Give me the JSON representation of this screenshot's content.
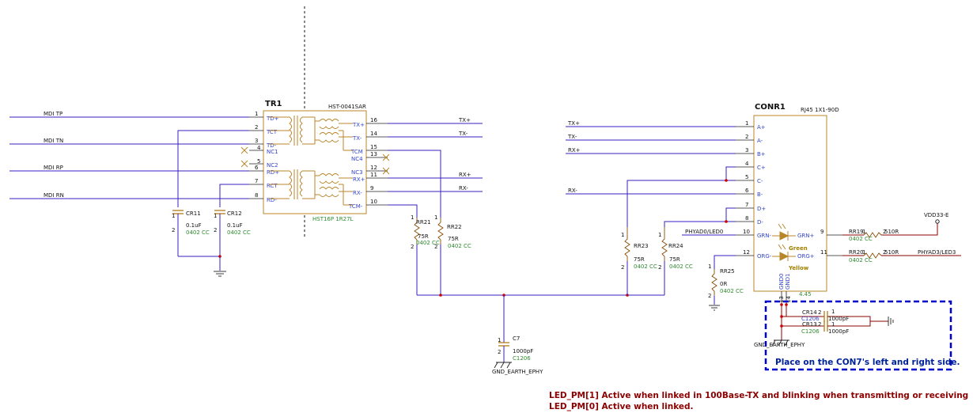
{
  "tr1": {
    "ref": "TR1",
    "part": "HST-0041SAR",
    "value": "HST16P  1R27L",
    "left_pins": [
      {
        "n": "1",
        "name": "TD+"
      },
      {
        "n": "2",
        "name": "TCT"
      },
      {
        "n": "3",
        "name": "TD-"
      },
      {
        "n": "4",
        "name": "NC1"
      },
      {
        "n": "5",
        "name": "NC2"
      },
      {
        "n": "6",
        "name": "RD+"
      },
      {
        "n": "7",
        "name": "RCT"
      },
      {
        "n": "8",
        "name": "RD-"
      }
    ],
    "right_pins": [
      {
        "n": "16",
        "name": "TX+"
      },
      {
        "n": "14",
        "name": "TX-"
      },
      {
        "n": "15",
        "name": "TCM"
      },
      {
        "n": "13",
        "name": "NC4"
      },
      {
        "n": "12",
        "name": "NC3"
      },
      {
        "n": "11",
        "name": "RX+"
      },
      {
        "n": "9",
        "name": "RX-"
      },
      {
        "n": "10",
        "name": "TCM-"
      }
    ]
  },
  "conr1": {
    "ref": "CONR1",
    "part": "RJ45  1X1-90D",
    "footprint": "4.45",
    "pins": [
      {
        "n": "1",
        "name": "A+"
      },
      {
        "n": "2",
        "name": "A-"
      },
      {
        "n": "3",
        "name": "B+"
      },
      {
        "n": "4",
        "name": "C+"
      },
      {
        "n": "5",
        "name": "C-"
      },
      {
        "n": "6",
        "name": "B-"
      },
      {
        "n": "7",
        "name": "D+"
      },
      {
        "n": "8",
        "name": "D-"
      },
      {
        "n": "10",
        "name": "GRN-"
      },
      {
        "n": "12",
        "name": "ORG-"
      }
    ],
    "right_pins": [
      {
        "n": "9",
        "name": "GRN+"
      },
      {
        "n": "11",
        "name": "ORG+"
      }
    ],
    "bottom_pins": [
      {
        "n": "13",
        "name": "GND0"
      },
      {
        "n": "14",
        "name": "GND1"
      }
    ],
    "led_green": "Green",
    "led_yellow": "Yellow"
  },
  "nets": {
    "mdi_tp": "MDI  TP",
    "mdi_tn": "MDI  TN",
    "mdi_rp": "MDI  RP",
    "mdi_rn": "MDI  RN",
    "tx_p": "TX+",
    "tx_n": "TX-",
    "rx_p": "RX+",
    "rx_n": "RX-",
    "phyad0": "PHYAD0/LED0",
    "phyad3": "PHYAD3/LED3",
    "vdd": "VDD33-E",
    "gnd_earth": "GND_EARTH_EPHY",
    "gnd": "GND"
  },
  "parts": {
    "cr11": {
      "ref": "CR11",
      "value": "0.1uF",
      "pkg": "0402  CC",
      "p1": "1",
      "p2": "2"
    },
    "cr12": {
      "ref": "CR12",
      "value": "0.1uF",
      "pkg": "0402  CC",
      "p1": "1",
      "p2": "2"
    },
    "rr21": {
      "ref": "RR21",
      "value": "75R",
      "pkg": "0402  CC",
      "p1": "1",
      "p2": "2"
    },
    "rr22": {
      "ref": "RR22",
      "value": "75R",
      "pkg": "0402  CC",
      "p1": "1",
      "p2": "2"
    },
    "rr23": {
      "ref": "RR23",
      "value": "75R",
      "pkg": "0402  CC",
      "p1": "1",
      "p2": "2"
    },
    "rr24": {
      "ref": "RR24",
      "value": "75R",
      "pkg": "0402  CC",
      "p1": "1",
      "p2": "2"
    },
    "rr25": {
      "ref": "RR25",
      "value": "0R",
      "pkg": "0402  CC",
      "p1": "1",
      "p2": "2"
    },
    "rr19": {
      "ref": "RR19",
      "value": "510R",
      "pkg": "0402  CC",
      "p1": "1",
      "p2": "2"
    },
    "rr20": {
      "ref": "RR20",
      "value": "510R",
      "pkg": "0402  CC",
      "p1": "1",
      "p2": "2"
    },
    "c7": {
      "ref": "C7",
      "value": "1000pF",
      "pkg": "C1206",
      "p1": "1",
      "p2": "2"
    },
    "cr14": {
      "ref": "CR14",
      "value": "1000pF",
      "pkg": "C1206",
      "p1": "1",
      "p2": "2"
    },
    "cr13": {
      "ref": "CR13",
      "value": "1000pF",
      "pkg": "C1206",
      "p1": "1",
      "p2": "2"
    }
  },
  "note_box": "Place on the CON7's left and right side.",
  "notes": [
    "LED_PM[1]  Active when linked in 100Base-TX and blinking when transmitting or receiving",
    "LED_PM[0] Active when linked."
  ]
}
